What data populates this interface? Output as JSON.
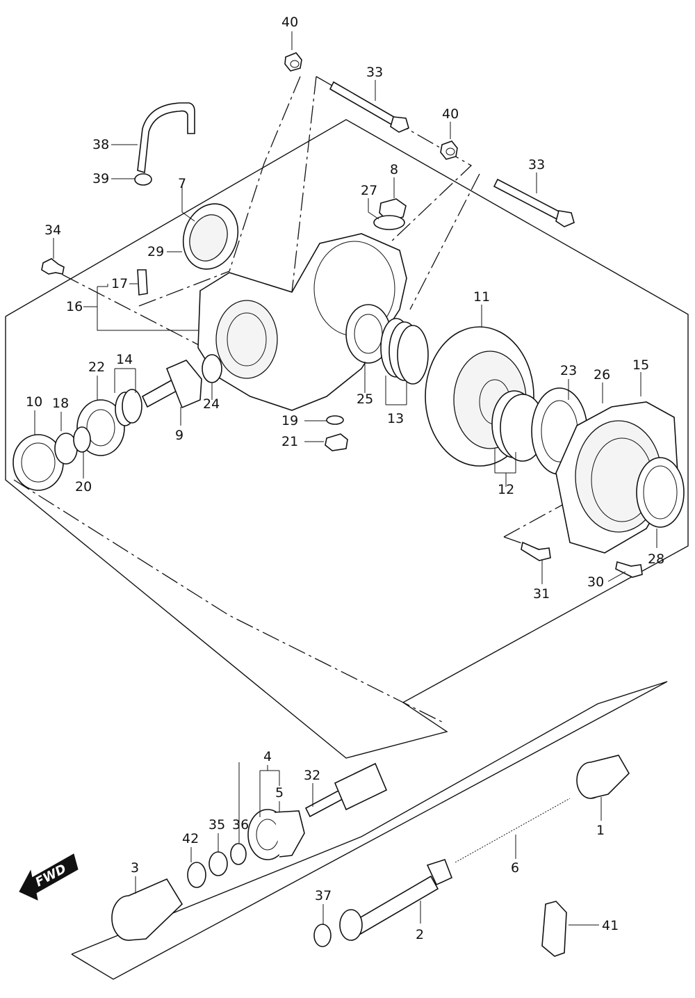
{
  "diagram": {
    "callouts": [
      "40",
      "33",
      "40",
      "33",
      "8",
      "27",
      "38",
      "39",
      "7",
      "34",
      "29",
      "17",
      "16",
      "11",
      "23",
      "26",
      "15",
      "22",
      "14",
      "24",
      "25",
      "13",
      "10",
      "18",
      "9",
      "19",
      "21",
      "12",
      "20",
      "28",
      "31",
      "30",
      "4",
      "32",
      "5",
      "36",
      "35",
      "42",
      "3",
      "1",
      "6",
      "37",
      "2",
      "41"
    ],
    "fwd_label": "FWD",
    "colors": {
      "line": "#111111",
      "background": "#ffffff",
      "fill": "#f4f4f4"
    }
  }
}
